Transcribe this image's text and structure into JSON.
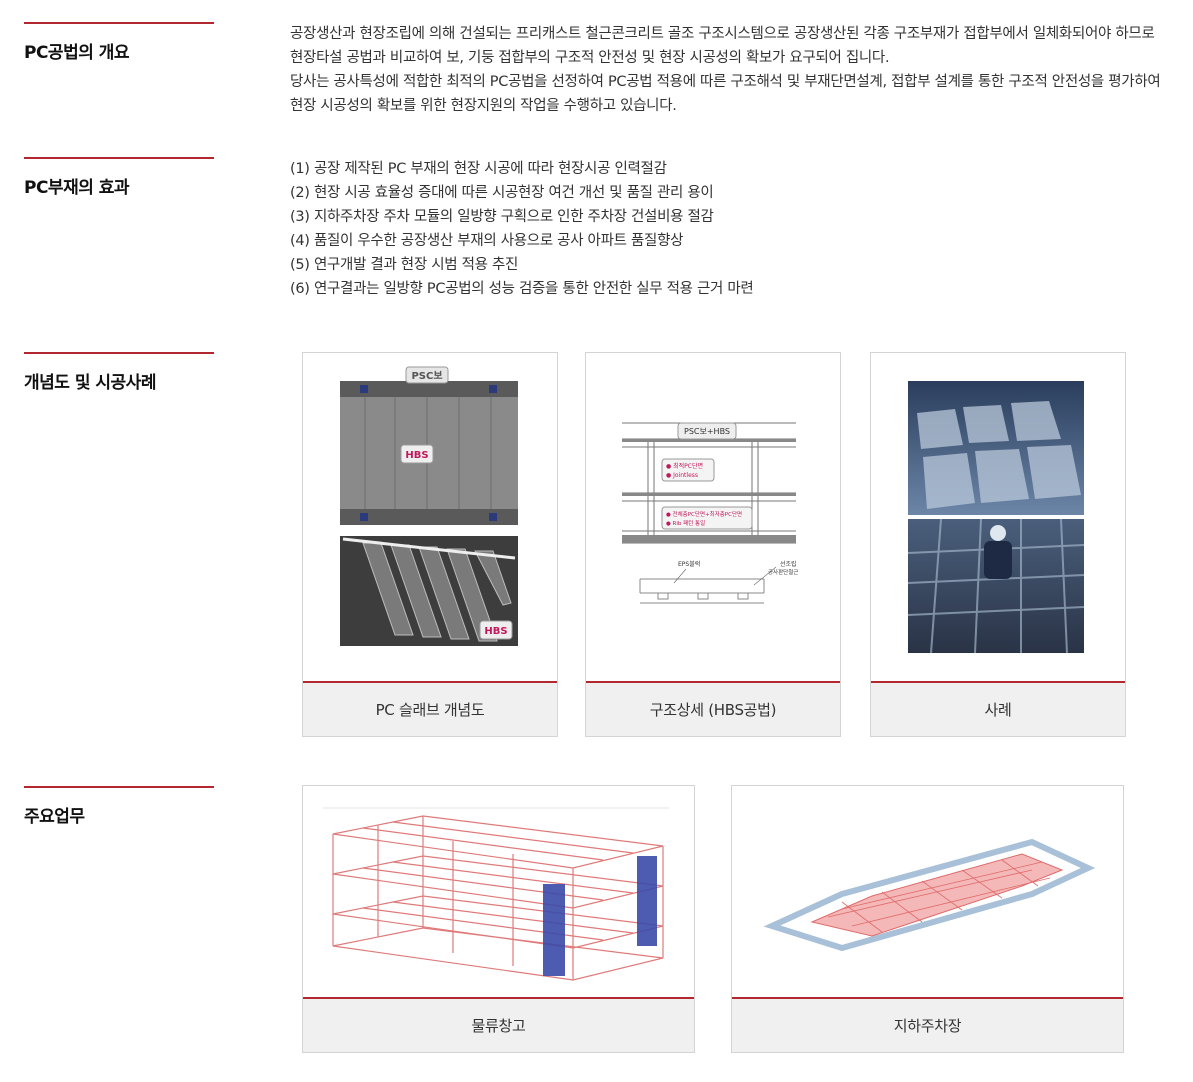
{
  "sections": {
    "overview": {
      "title": "PC공법의 개요",
      "paragraphs": [
        "공장생산과 현장조립에 의해 건설되는 프리캐스트 철근콘크리트 골조 구조시스템으로 공장생산된 각종 구조부재가 접합부에서 일체화되어야 하므로 현장타설 공법과 비교하여 보, 기둥 접합부의 구조적 안전성 및 현장 시공성의 확보가 요구되어 집니다.",
        "당사는 공사특성에 적합한 최적의 PC공법을 선정하여 PC공법 적용에 따른 구조해석 및 부재단면설계, 접합부 설계를 통한 구조적 안전성을 평가하여 현장 시공성의 확보를 위한 현장지원의 작업을 수행하고 있습니다."
      ]
    },
    "effects": {
      "title": "PC부재의 효과",
      "items": [
        "(1) 공장 제작된 PC 부재의 현장 시공에 따라 현장시공 인력절감",
        "(2) 현장 시공 효율성 증대에 따른 시공현장 여건 개선 및 품질 관리 용이",
        "(3) 지하주차장 주차 모듈의 일방향 구획으로 인한 주차장 건설비용 절감",
        "(4) 품질이 우수한 공장생산 부재의 사용으로 공사 아파트 품질향상",
        "(5) 연구개발 결과 현장 시범 적용 추진",
        "(6) 연구결과는 일방향 PC공법의 성능 검증을 통한 안전한 실무 적용 근거 마련"
      ]
    },
    "concept": {
      "title": "개념도 및 시공사례",
      "cards": [
        {
          "caption": "PC 슬래브 개념도",
          "labels": {
            "top": "PSC보",
            "mid": "HBS",
            "bottom": "HBS"
          }
        },
        {
          "caption": "구조상세 (HBS공법)",
          "labels": {
            "top": "PSC보+HBS",
            "note1a": "● 최적PC단면",
            "note1b": "● Jointless",
            "note2a": "● 전체층PC단면+최저층PC단면",
            "note2b": "● Rib 패턴 통일",
            "eps": "EPS블럭",
            "side1": "선조립",
            "side2": "공사판단철근"
          }
        },
        {
          "caption": "사례"
        }
      ]
    },
    "main_work": {
      "title": "주요업무",
      "cards": [
        {
          "caption": "물류창고"
        },
        {
          "caption": "지하주차장"
        }
      ]
    }
  },
  "colors": {
    "accent": "#b3272f",
    "caption_bg": "#f0f0f0",
    "frame_red": "#e06a6a",
    "frame_blue": "#3a4aa8"
  }
}
